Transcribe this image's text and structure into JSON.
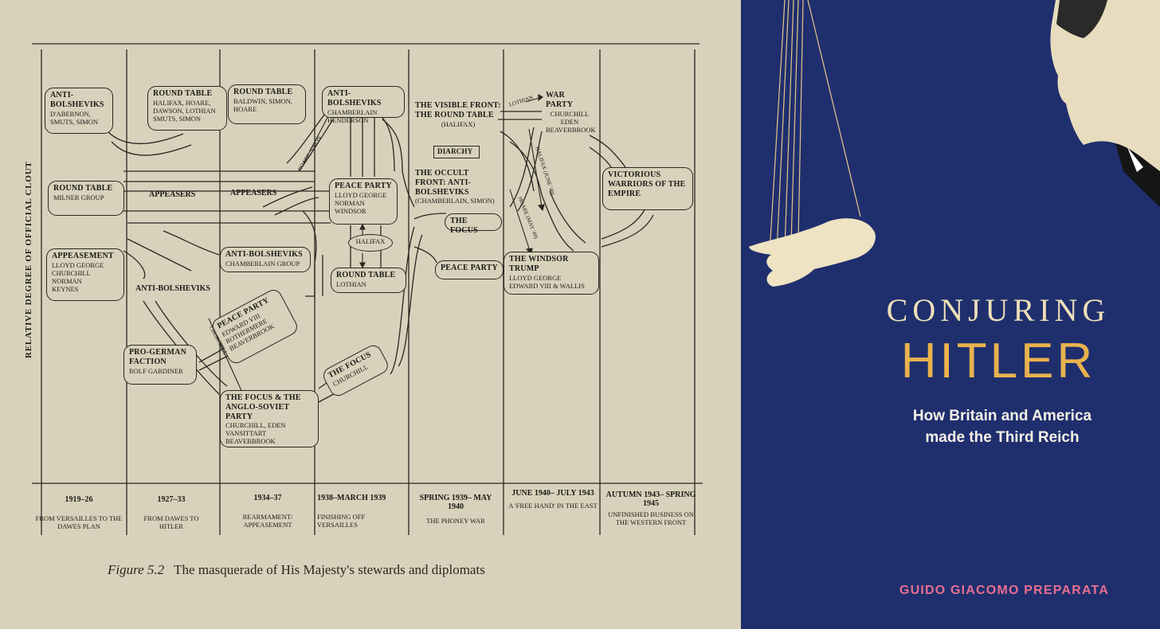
{
  "figure": {
    "y_axis_label": "Relative Degree of Official Clout",
    "caption_number": "Figure 5.2",
    "caption_text": "The masquerade of His Majesty's stewards and diplomats",
    "periods": [
      {
        "date": "1919–26",
        "subtitle": "From Versailles to the Dawes Plan"
      },
      {
        "date": "1927–33",
        "subtitle": "From Dawes to Hitler"
      },
      {
        "date": "1934–37",
        "subtitle": "Rearmament/ Appeasement"
      },
      {
        "date": "1938–March 1939",
        "subtitle": "Finishing off Versailles"
      },
      {
        "date": "Spring 1939– May 1940",
        "subtitle": "The Phoney War"
      },
      {
        "date": "June 1940– July 1943",
        "subtitle": "A 'Free Hand' in the East"
      },
      {
        "date": "Autumn 1943– Spring 1945",
        "subtitle": "Unfinished Business on the Western Front"
      }
    ],
    "nodes": {
      "anti_bolsheviks_1": {
        "title": "Anti-Bolsheviks",
        "names": "D'Abernon,\nSmuts, Simon"
      },
      "round_table_1": {
        "title": "Round Table",
        "names": "Milner Group"
      },
      "appeasement_1": {
        "title": "Appeasement",
        "names": "Lloyd George\nChurchill\nNorman\nKeynes"
      },
      "round_table_2a": {
        "title": "Round Table",
        "names": "Halifax, Hoare,\nDawson, Lothian\nSmuts, Simon"
      },
      "round_table_2b": {
        "title": "Round Table",
        "names": "Baldwin, Simon,\nHoare"
      },
      "pro_german": {
        "title": "Pro-German Faction",
        "names": "Rolf Gardiner"
      },
      "anti_bolsheviks_3": {
        "title": "Anti-Bolsheviks",
        "names": "Chamberlain Group"
      },
      "peace_party_3": {
        "title": "Peace Party",
        "names": "Edward VIII\nRothermere\nBeaverbrook"
      },
      "focus_anglo_soviet": {
        "title": "The Focus & The Anglo-Soviet Party",
        "names": "Churchill, Eden\nVansittart\nBeaverbrook"
      },
      "anti_bolsheviks_4": {
        "title": "Anti-Bolsheviks",
        "names": "Chamberlain\nHenderson"
      },
      "peace_party_4": {
        "title": "Peace Party",
        "names": "Lloyd George\nNorman\nWindsor"
      },
      "halifax_4": {
        "title": "Halifax"
      },
      "round_table_4": {
        "title": "Round Table",
        "names": "Lothian"
      },
      "focus_4": {
        "title": "The Focus",
        "names": "Churchill"
      },
      "visible_front": {
        "title": "The Visible Front: The Round Table",
        "names": "(Halifax)"
      },
      "diarchy": {
        "title": "Diarchy"
      },
      "occult_front": {
        "title": "The Occult Front: Anti-Bolsheviks",
        "names": "(Chamberlain, Simon)"
      },
      "focus_5": {
        "title": "The Focus"
      },
      "peace_party_5": {
        "title": "Peace Party"
      },
      "war_party": {
        "title": "War Party",
        "names": "Churchill\nEden\nBeaverbrook"
      },
      "windsor_trump": {
        "title": "The Windsor Trump",
        "names": "Lloyd George\nEdward VIII & Wallis"
      },
      "victorious": {
        "title": "Victorious Warriors of the Empire"
      }
    },
    "labels": {
      "appeasers_1": "Appeasers",
      "appeasers_2": "Appeasers",
      "anti_bolsheviks_2": "Anti-Bolsheviks",
      "hoare_simon": "Hoare, Simon",
      "churchill_path": "Churchill",
      "lothian_path": "Lothian",
      "halifax_june": "Halifax (June '40)",
      "hoare_may": "Hoare (May '40)"
    }
  },
  "cover": {
    "title_line1": "CONJURING",
    "title_line2": "HITLER",
    "subtitle": "How Britain and America\nmade the Third Reich",
    "author": "GUIDO GIACOMO PREPARATA",
    "colors": {
      "background": "#1f2f6e",
      "title_top": "#eee0b8",
      "title_main": "#e8b24e",
      "author": "#e66f8f"
    }
  }
}
